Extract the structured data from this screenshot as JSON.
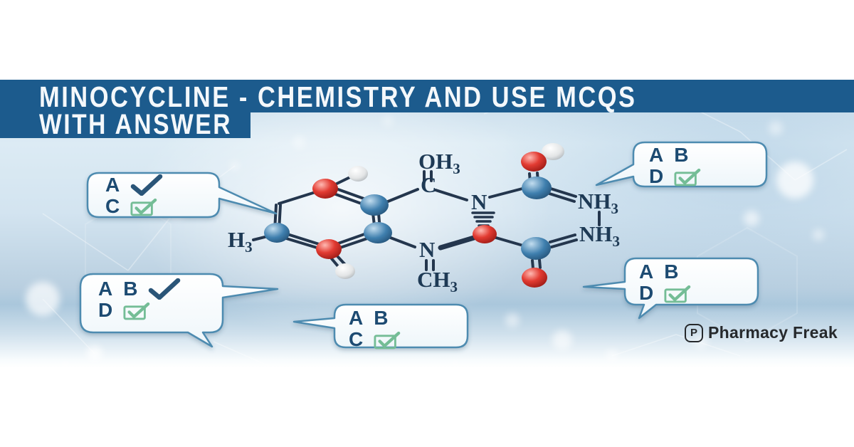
{
  "banner": {
    "line1": "MINOCYCLINE - CHEMISTRY AND USE MCQS",
    "line2": "WITH ANSWER",
    "bg_color": "#1c5b8d",
    "text_color": "#f4f8fb"
  },
  "bubbles": {
    "left": {
      "line1_letters": [
        "A"
      ],
      "line1_mark": "check-icon",
      "line2_letters": [
        "C"
      ],
      "line2_mark": "checkbox-checked-icon"
    },
    "top_right": {
      "line1_letters": [
        "A",
        "B"
      ],
      "line1_mark": null,
      "line2_letters": [
        "D"
      ],
      "line2_mark": "checkbox-checked-icon"
    },
    "bottom_left": {
      "line1_letters": [
        "A",
        "B"
      ],
      "line1_mark": "check-icon",
      "line2_letters": [
        "D"
      ],
      "line2_mark": "checkbox-checked-icon"
    },
    "bottom_middle": {
      "line1_letters": [
        "A",
        "B"
      ],
      "line1_mark": null,
      "line2_letters": [
        "C"
      ],
      "line2_mark": "checkbox-checked-icon"
    },
    "right": {
      "line1_letters": [
        "A",
        "B"
      ],
      "line1_mark": null,
      "line2_letters": [
        "D"
      ],
      "line2_mark": "checkbox-checked-icon"
    }
  },
  "molecule": {
    "labels": {
      "h3_left": {
        "main": "H",
        "sub": "3"
      },
      "oh3": {
        "main": "OH",
        "sub": "3"
      },
      "c": {
        "main": "C"
      },
      "n_top": {
        "main": "N"
      },
      "nh3_top": {
        "main": "NH",
        "sub": "3"
      },
      "nh3_bottom": {
        "main": "NH",
        "sub": "3"
      },
      "n_bottom": {
        "main": "N"
      },
      "ch3": {
        "main": "CH",
        "sub": "3"
      }
    },
    "atom_colors": {
      "red": "#e23b32",
      "blue": "#3f7fae",
      "white": "#ececec"
    }
  },
  "logo": {
    "badge_letter": "P",
    "name": "Pharmacy Freak"
  },
  "colors": {
    "bubble_border": "#4e8bb0",
    "bubble_fill": "#fdfeff",
    "letter_color": "#1d4b72",
    "check_color": "#2a5578",
    "checkbox_green": "#74bd96",
    "bond_color": "#24364d",
    "logo_color": "#26292c"
  }
}
